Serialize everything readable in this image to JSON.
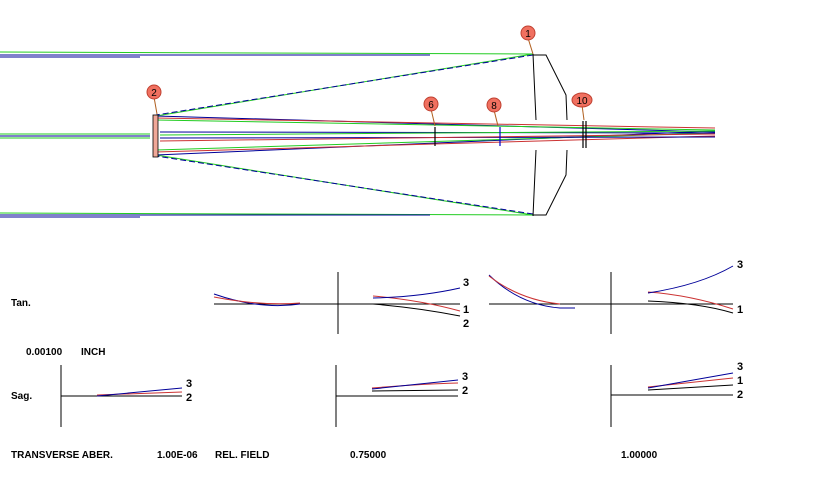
{
  "colors": {
    "ray_green": "#22cc22",
    "ray_blue": "#000099",
    "ray_red": "#cc3333",
    "bubble": "#f07060",
    "mirror_fill": "#f0a898"
  },
  "lens_drawing": {
    "surface_labels": [
      "1",
      "2",
      "6",
      "8",
      "10"
    ]
  },
  "plots": {
    "tan_label": "Tan.",
    "sag_label": "Sag.",
    "scale_value": "0.00100",
    "scale_unit": "INCH",
    "curve_labels": [
      "3",
      "1",
      "2"
    ]
  },
  "footer": {
    "title": "TRANSVERSE ABER.",
    "field_0": "1.00E-06",
    "rel_field_label": "REL. FIELD",
    "field_1": "0.75000",
    "field_2": "1.00000"
  }
}
